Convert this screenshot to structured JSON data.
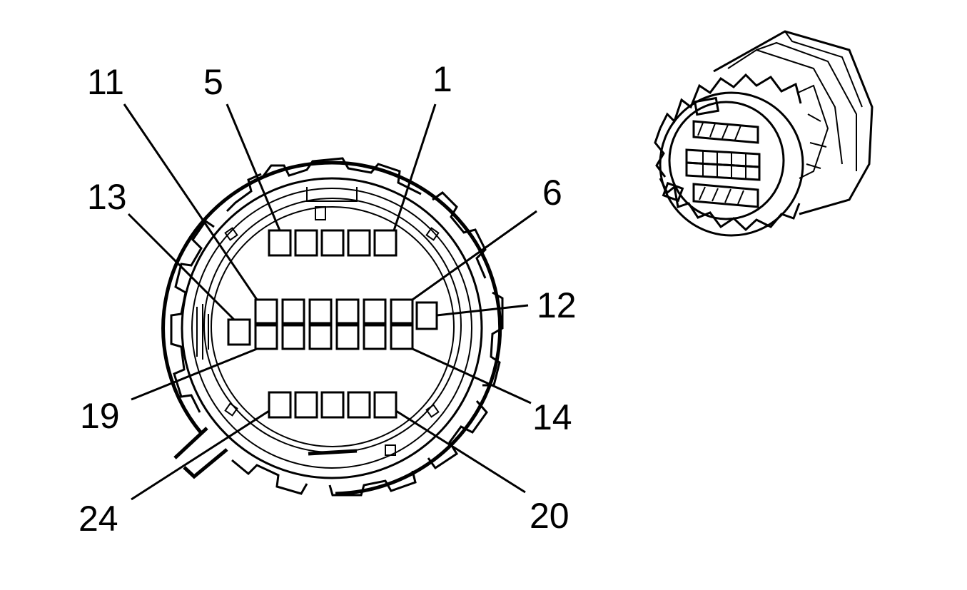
{
  "pin_labels": {
    "p11": "11",
    "p5": "5",
    "p1": "1",
    "p13": "13",
    "p6": "6",
    "p12": "12",
    "p19": "19",
    "p14": "14",
    "p24": "24",
    "p20": "20"
  }
}
